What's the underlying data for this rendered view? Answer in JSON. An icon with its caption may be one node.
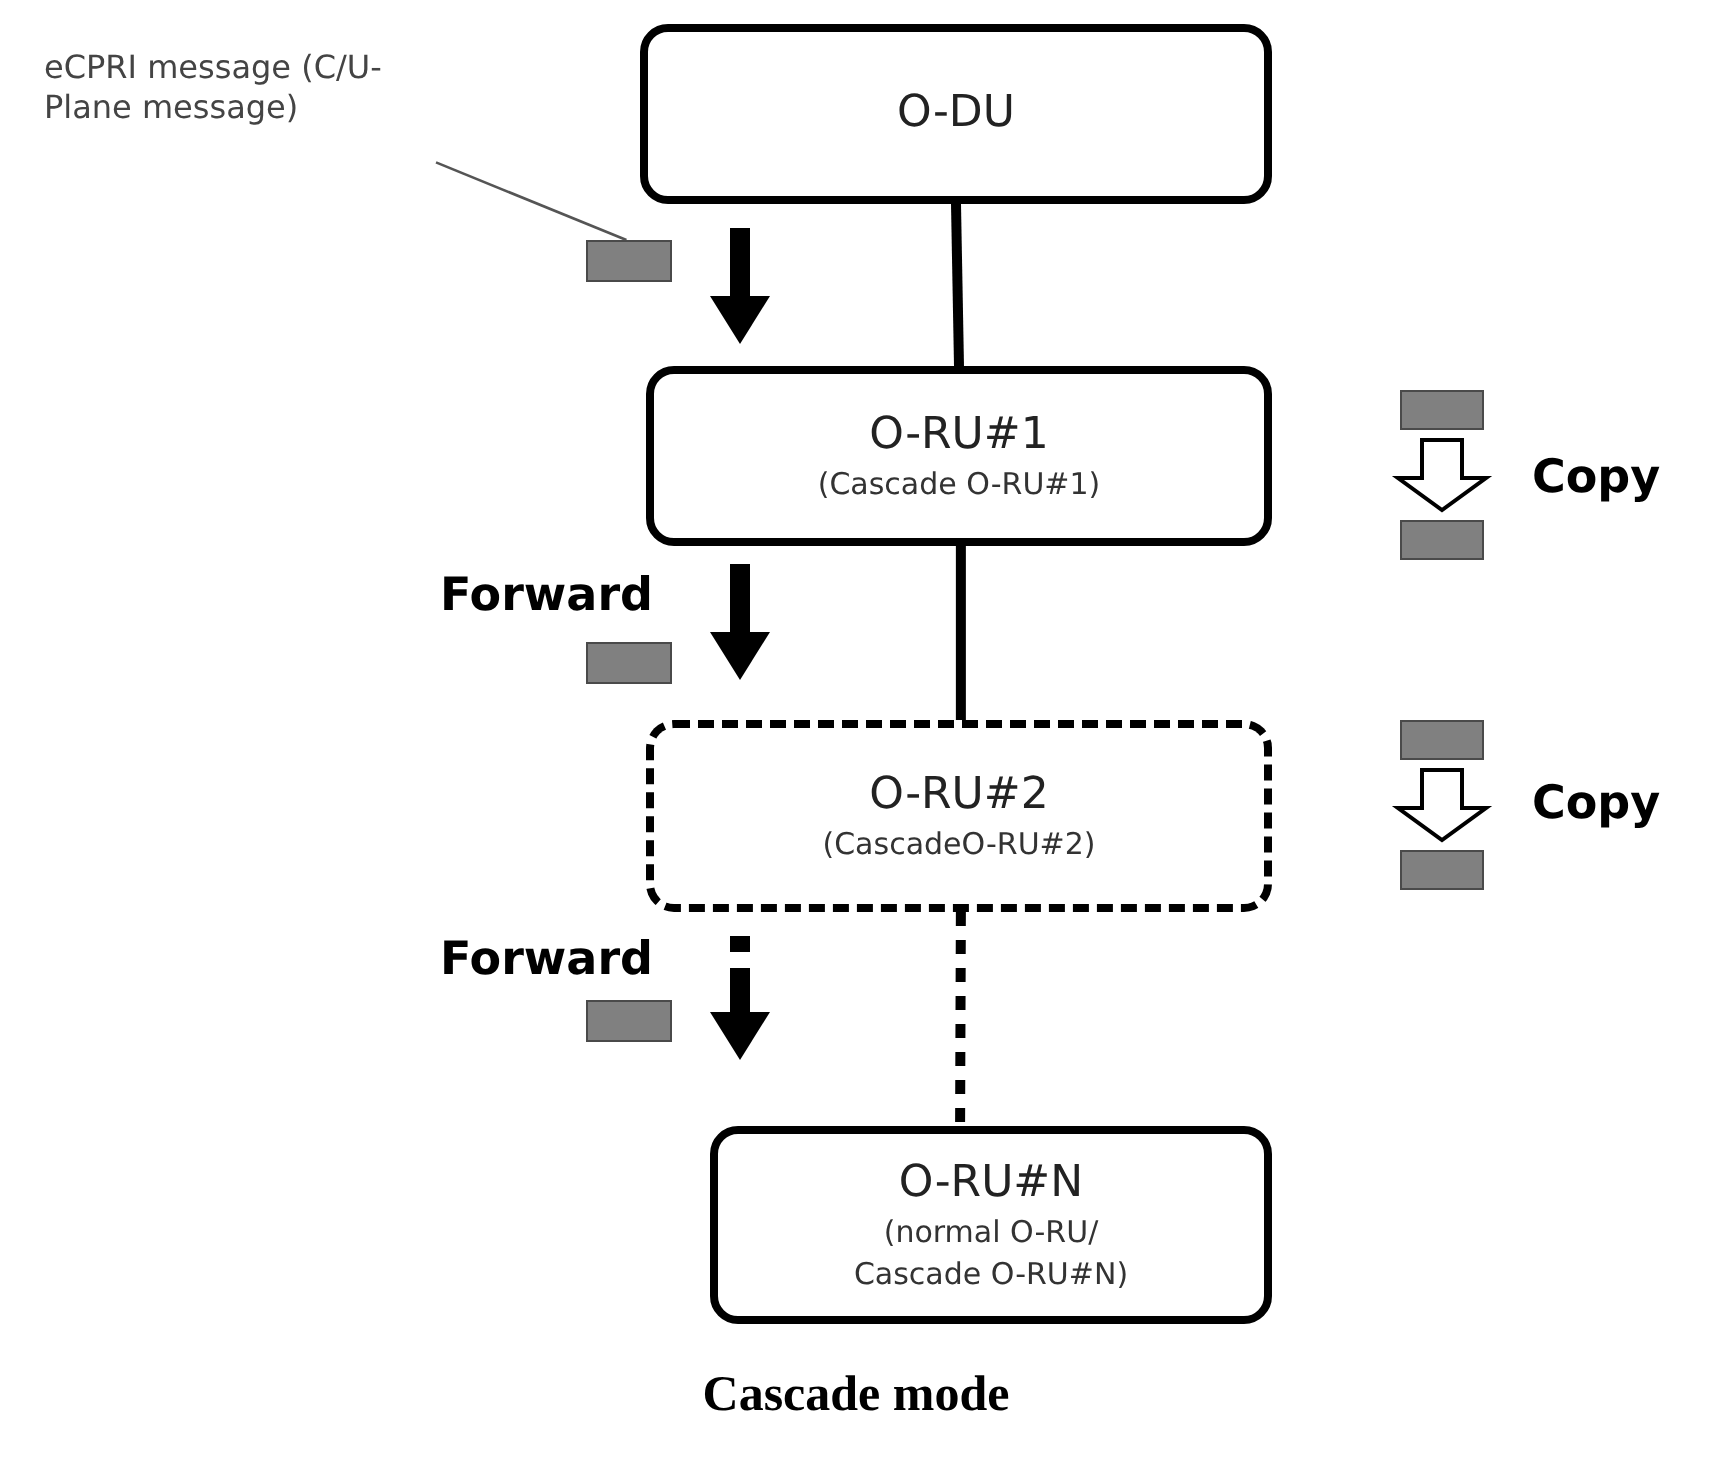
{
  "diagram": {
    "caption": "Cascade mode",
    "nodes": [
      {
        "text": [
          "O-DU"
        ]
      },
      {
        "text": [
          "O-RU#1",
          "(Cascade O-RU#1)"
        ]
      },
      {
        "text": [
          "O-RU#2",
          "(CascadeO-RU#2)"
        ]
      },
      {
        "text": [
          "O-RU#N",
          "(normal O-RU/ Cascade O-RU#N)"
        ]
      },
      {
        "text": [
          "eCPRI message (C/U-Plane message)"
        ]
      },
      {
        "text": [],
        "shape": "box"
      },
      {
        "text": [],
        "shape": "box"
      },
      {
        "text": [],
        "shape": "box"
      },
      {
        "text": [],
        "shape": "box"
      },
      {
        "text": [],
        "shape": "box"
      },
      {
        "text": [],
        "shape": "box"
      },
      {
        "text": [],
        "shape": "box"
      }
    ],
    "edges": [
      {
        "from": 0,
        "to": 1,
        "arrow": "none"
      },
      {
        "from": 1,
        "to": 2,
        "arrow": "none"
      },
      {
        "from": 2,
        "to": 3,
        "arrow": "none",
        "style": "dashed"
      },
      {
        "from": 4,
        "to": 5,
        "arrow": "none"
      },
      {
        "from": 8,
        "to": 9,
        "arrow": "to"
      },
      {
        "from": 10,
        "to": 11,
        "arrow": "to"
      }
    ],
    "labels": [
      "Forward",
      "Forward",
      "Copy",
      "Copy"
    ]
  }
}
